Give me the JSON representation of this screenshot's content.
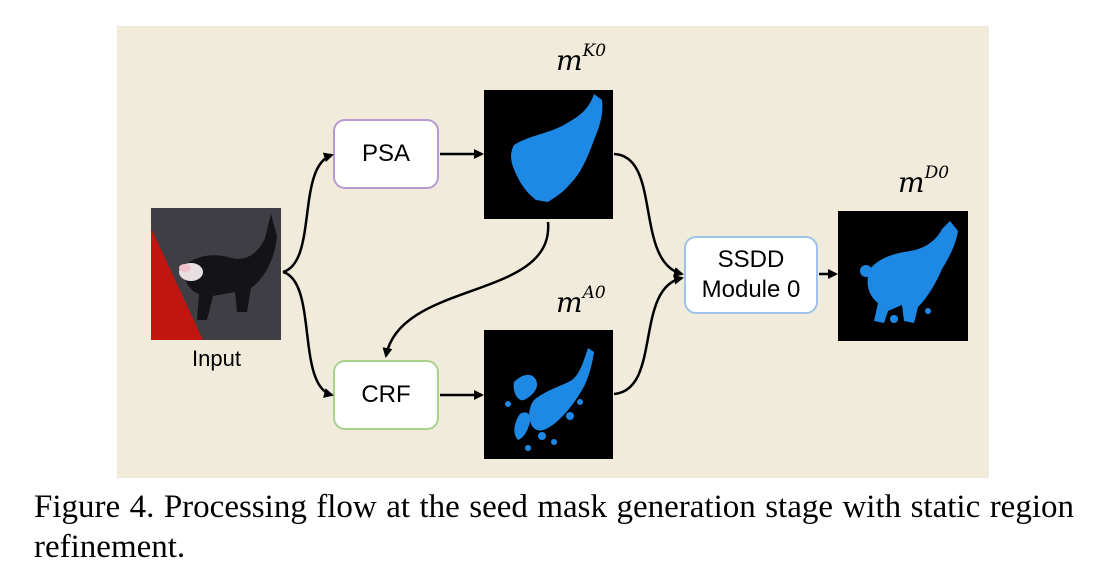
{
  "figure": {
    "nodes": {
      "psa": "PSA",
      "crf": "CRF",
      "ssdd_line1": "SSDD",
      "ssdd_line2": "Module 0"
    },
    "labels": {
      "input": "Input",
      "mk0_base": "m",
      "mk0_sup": "K0",
      "ma0_base": "m",
      "ma0_sup": "A0",
      "md0_base": "m",
      "md0_sup": "D0"
    },
    "colors": {
      "panel_background": "#f0ebda",
      "mask_foreground": "#1e88e5",
      "psa_border": "#b79bd0",
      "crf_border": "#a9d18e",
      "ssdd_border": "#9dc3e6",
      "input_red_region": "#c0160f"
    }
  },
  "caption": "Figure 4. Processing flow at the seed mask generation stage with static region refinement."
}
